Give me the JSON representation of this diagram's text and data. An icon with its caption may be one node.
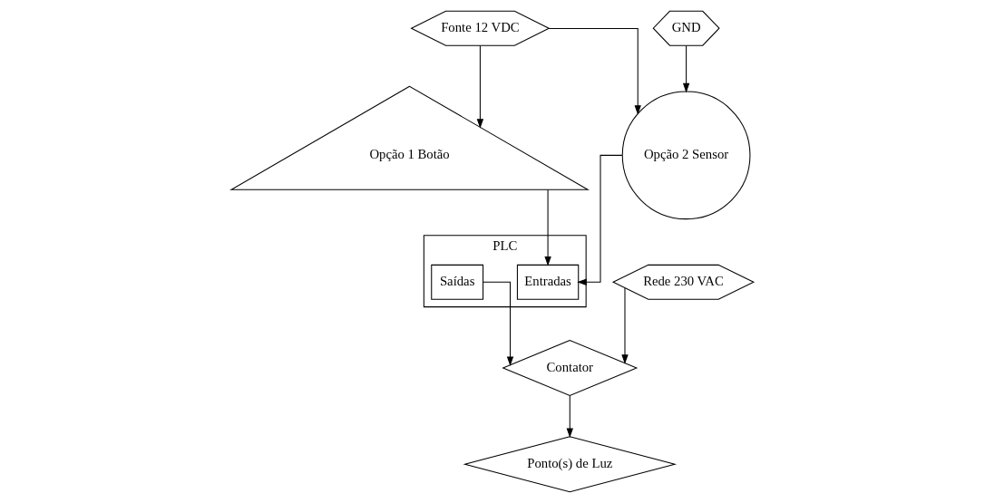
{
  "diagram": {
    "nodes": [
      {
        "text": [
          "Fonte 12 VDC"
        ]
      },
      {
        "text": [
          "GND"
        ]
      },
      {
        "text": [
          "PLC"
        ]
      },
      {
        "text": [
          "Entradas"
        ],
        "in": 2
      },
      {
        "text": [
          "Saídas"
        ],
        "in": 2
      },
      {
        "text": [
          "Rede 230 VAC"
        ]
      },
      {
        "text": [
          "Opção 1 Botão"
        ]
      },
      {
        "text": [
          "Opção 2 Sensor"
        ]
      },
      {
        "text": [
          "Contator"
        ]
      },
      {
        "text": [
          "Ponto(s) de Luz"
        ]
      }
    ],
    "edges": [
      {
        "from": 0,
        "to": 6,
        "arrow": "to"
      },
      {
        "from": 0,
        "to": 7,
        "arrow": "to"
      },
      {
        "from": 1,
        "to": 7,
        "arrow": "to"
      },
      {
        "from": 6,
        "to": 3,
        "arrow": "to"
      },
      {
        "from": 7,
        "to": 3,
        "arrow": "to"
      },
      {
        "from": 4,
        "to": 8,
        "arrow": "to"
      },
      {
        "from": 5,
        "to": 8,
        "arrow": "to"
      },
      {
        "from": 8,
        "to": 9,
        "arrow": "to"
      }
    ]
  }
}
